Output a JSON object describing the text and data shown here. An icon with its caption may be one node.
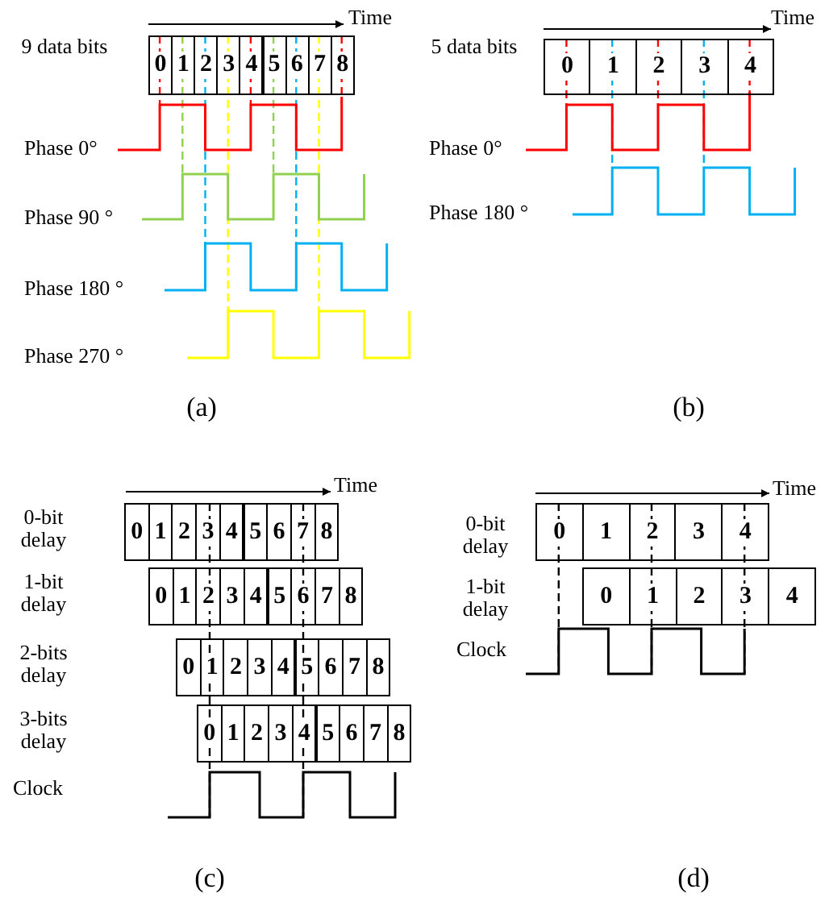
{
  "diagram": {
    "labels": [
      "Time",
      "9 data bits",
      "0",
      "1",
      "2",
      "3",
      "4",
      "5",
      "6",
      "7",
      "8",
      "Phase 0°",
      "Phase 90 °",
      "Phase 180 °",
      "Phase 270 °",
      "(a)",
      "Time",
      "5 data bits",
      "0",
      "1",
      "2",
      "3",
      "4",
      "Phase 0°",
      "Phase 180 °",
      "(b)",
      "Time",
      "0-bit delay",
      "0",
      "1",
      "2",
      "3",
      "4",
      "5",
      "6",
      "7",
      "8",
      "1-bit delay",
      "0",
      "1",
      "2",
      "3",
      "4",
      "5",
      "6",
      "7",
      "8",
      "2-bits delay",
      "0",
      "1",
      "2",
      "3",
      "4",
      "5",
      "6",
      "7",
      "8",
      "3-bits delay",
      "0",
      "1",
      "2",
      "3",
      "4",
      "5",
      "6",
      "7",
      "8",
      "Clock",
      "(c)",
      "Time",
      "0-bit delay",
      "0",
      "1",
      "2",
      "3",
      "4",
      "1-bit delay",
      "0",
      "1",
      "2",
      "3",
      "4",
      "Clock",
      "(d)"
    ]
  }
}
